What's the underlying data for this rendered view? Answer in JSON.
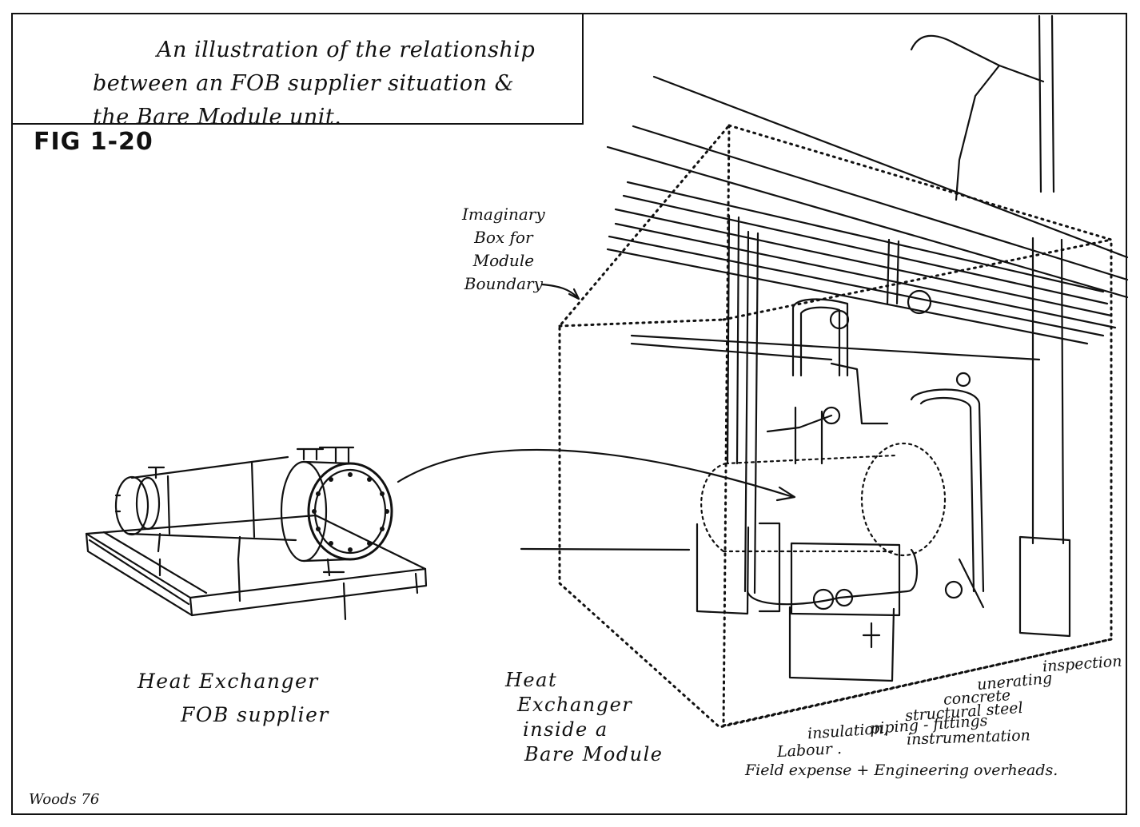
{
  "caption": {
    "line1": "An illustration of the relationship",
    "line2": "between an FOB supplier situation &",
    "line3": "the Bare Module unit."
  },
  "figure_label": "FIG 1-20",
  "fob_label": {
    "line1": "Heat Exchanger",
    "line2": "FOB supplier"
  },
  "bare_module_label": {
    "line1": "Heat",
    "line2": "Exchanger",
    "line3": "inside a",
    "line4": "Bare Module"
  },
  "box_label": {
    "line1": "Imaginary",
    "line2": "Box for",
    "line3": "Module",
    "line4": "Boundary"
  },
  "cost_items": [
    "inspection",
    "unerating",
    "concrete",
    "structural steel",
    "piping - fittings",
    "insulation,",
    "instrumentation",
    "Labour .",
    "Field expense + Engineering overheads."
  ],
  "signature": "Woods 76"
}
